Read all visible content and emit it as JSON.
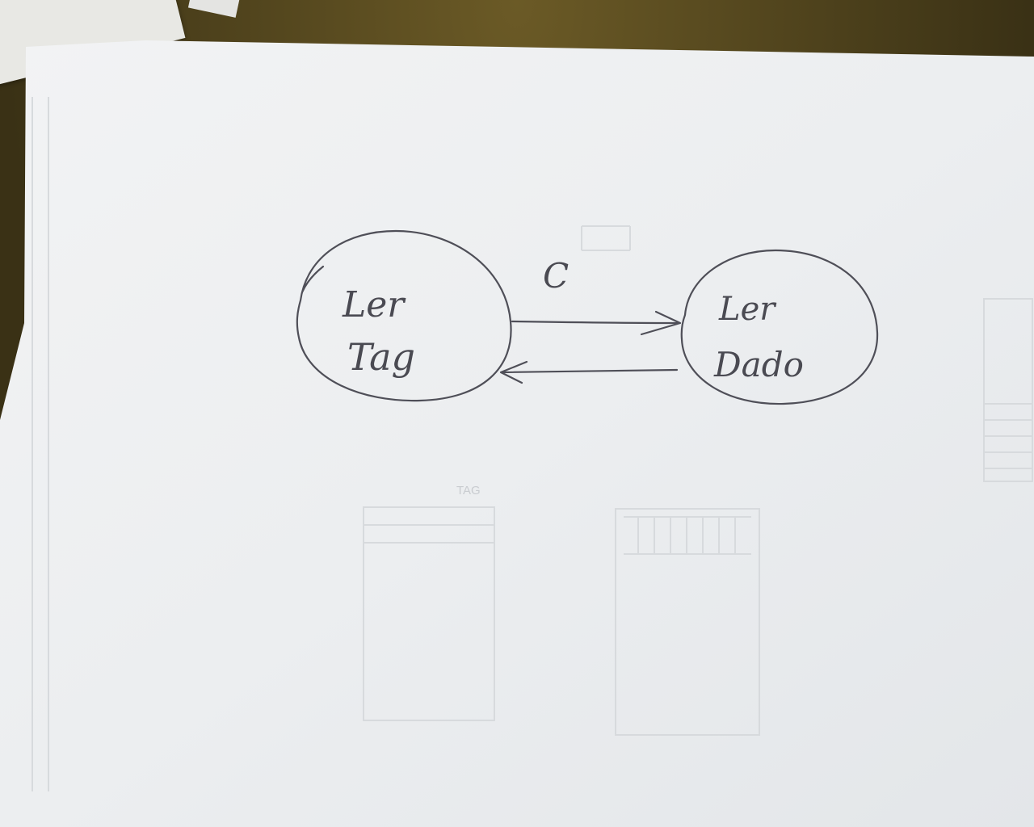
{
  "diagram": {
    "type": "state-diagram",
    "nodes": [
      {
        "id": "ler-tag",
        "lines": [
          "Ler",
          "Tag"
        ]
      },
      {
        "id": "ler-dado",
        "lines": [
          "Ler",
          "Dado"
        ]
      }
    ],
    "edges": [
      {
        "from": "ler-tag",
        "to": "ler-dado",
        "label": "C"
      },
      {
        "from": "ler-dado",
        "to": "ler-tag",
        "label": ""
      }
    ]
  },
  "background_print": {
    "tag_heading": "TAG"
  },
  "colors": {
    "ink": "#4a4a52",
    "paper": "#eef0f1",
    "show_through": "#c9ccd0"
  }
}
